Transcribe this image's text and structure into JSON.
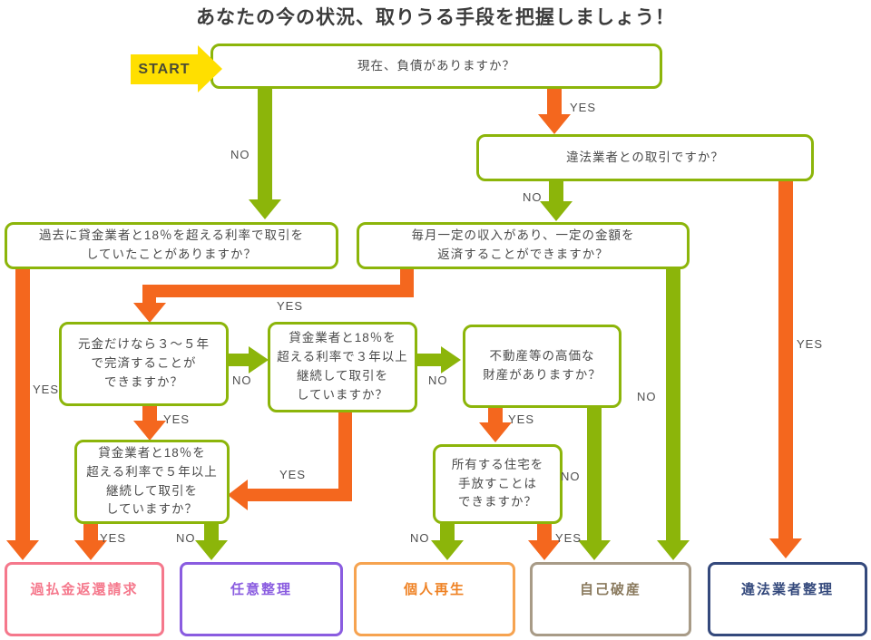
{
  "title": "あなたの今の状況、取りうる手段を把握しましょう！",
  "start_label": "START",
  "labels": {
    "yes": "YES",
    "no": "NO"
  },
  "questions": {
    "q1": "現在、負債がありますか？",
    "q2": "違法業者との取引ですか？",
    "q3": "過去に貸金業者と18％を超える利率で取引を\nしていたことがありますか？",
    "q4": "毎月一定の収入があり、一定の金額を\n返済することができますか？",
    "q5": "元金だけなら３～５年\nで完済することが\nできますか？",
    "q6": "貸金業者と18％を\n超える利率で３年以上\n継続して取引を\nしていますか？",
    "q7": "不動産等の高価な\n財産がありますか？",
    "q8": "貸金業者と18％を\n超える利率で５年以上\n継続して取引を\nしていますか？",
    "q9": "所有する住宅を\n手放すことは\nできますか？"
  },
  "results": {
    "overpayment": "過払金返還請求",
    "voluntary": "任意整理",
    "rehabilitation": "個人再生",
    "bankruptcy": "自己破産",
    "illegal": "違法業者整理"
  },
  "colors": {
    "green": "#8cb50a",
    "orange": "#f4671e",
    "yellow": "#ffdf00",
    "title_text": "#3c3c3c",
    "question_text": "#4a4a4a",
    "label_text": "#4f4f4f",
    "start_text": "#4c4c34",
    "overpayment": "#f5788c",
    "voluntary": "#8a5ce0",
    "rehabilitation_border": "#f6a350",
    "rehabilitation_text": "#ef8224",
    "bankruptcy_border": "#a89b87",
    "bankruptcy_text": "#8a7a5e",
    "illegal": "#34497c"
  }
}
